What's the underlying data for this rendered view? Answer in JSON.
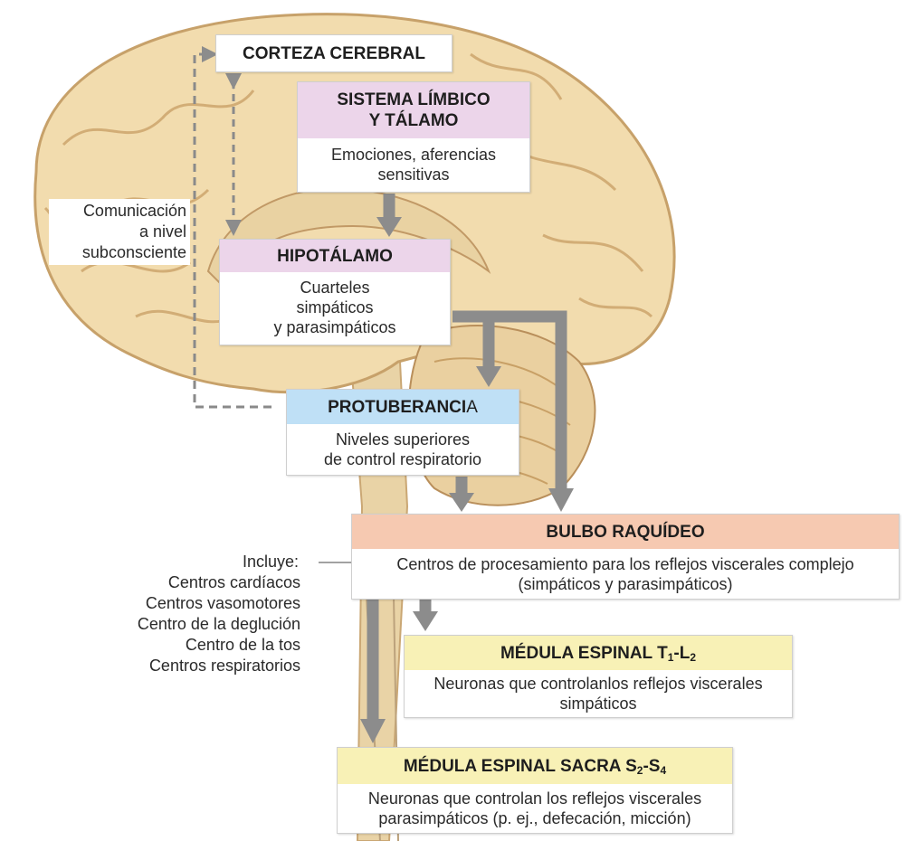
{
  "colors": {
    "brain": "#f2dcae",
    "brain_fold": "#d9b47a",
    "cerebellum": "#e8cfa0",
    "arrow": "#8c8c8c",
    "limbic_header": "#ecd5ea",
    "hypothalamus_header": "#ecd5ea",
    "pons_header": "#bfe0f6",
    "medulla_header": "#f6c9b1",
    "spinal_header": "#f8f1b6"
  },
  "corteza": {
    "title": "CORTEZA CEREBRAL"
  },
  "limbico": {
    "title_line1": "SISTEMA LÍMBICO",
    "title_line2": "Y TÁLAMO",
    "desc_line1": "Emociones, aferencias",
    "desc_line2": "sensitivas"
  },
  "hipotalamo": {
    "title": "HIPOTÁLAMO",
    "desc_line1": "Cuarteles",
    "desc_line2": "simpáticos",
    "desc_line3": "y parasimpáticos"
  },
  "protuberancia": {
    "title_bold": "PROTUBERANCI",
    "title_tail": "A",
    "desc_line1": "Niveles superiores",
    "desc_line2": "de control respiratorio"
  },
  "bulbo": {
    "title": "BULBO RAQUÍDEO",
    "desc_line1": "Centros de procesamiento para los reflejos viscerales complejo",
    "desc_line2": "(simpáticos y parasimpáticos)"
  },
  "medula_toraco": {
    "title_prefix": "MÉDULA ESPINAL T",
    "sub1": "1",
    "mid": "-L",
    "sub2": "2",
    "desc_line1": "Neuronas que controlanlos reflejos viscerales",
    "desc_line2": "simpáticos"
  },
  "medula_sacra": {
    "title_prefix": "MÉDULA ESPINAL SACRA S",
    "sub1": "2",
    "mid": "-S",
    "sub2": "4",
    "desc_line1": "Neuronas que controlan los reflejos viscerales",
    "desc_line2": "parasimpáticos (p. ej., defecación, micción)"
  },
  "comunicacion": {
    "line1": "Comunicación",
    "line2": "a nivel",
    "line3": "subconsciente"
  },
  "incluye": {
    "heading": "Incluye:",
    "items": [
      "Centros cardíacos",
      "Centros vasomotores",
      "Centro de la deglución",
      "Centro de la tos",
      "Centros respiratorios"
    ]
  }
}
